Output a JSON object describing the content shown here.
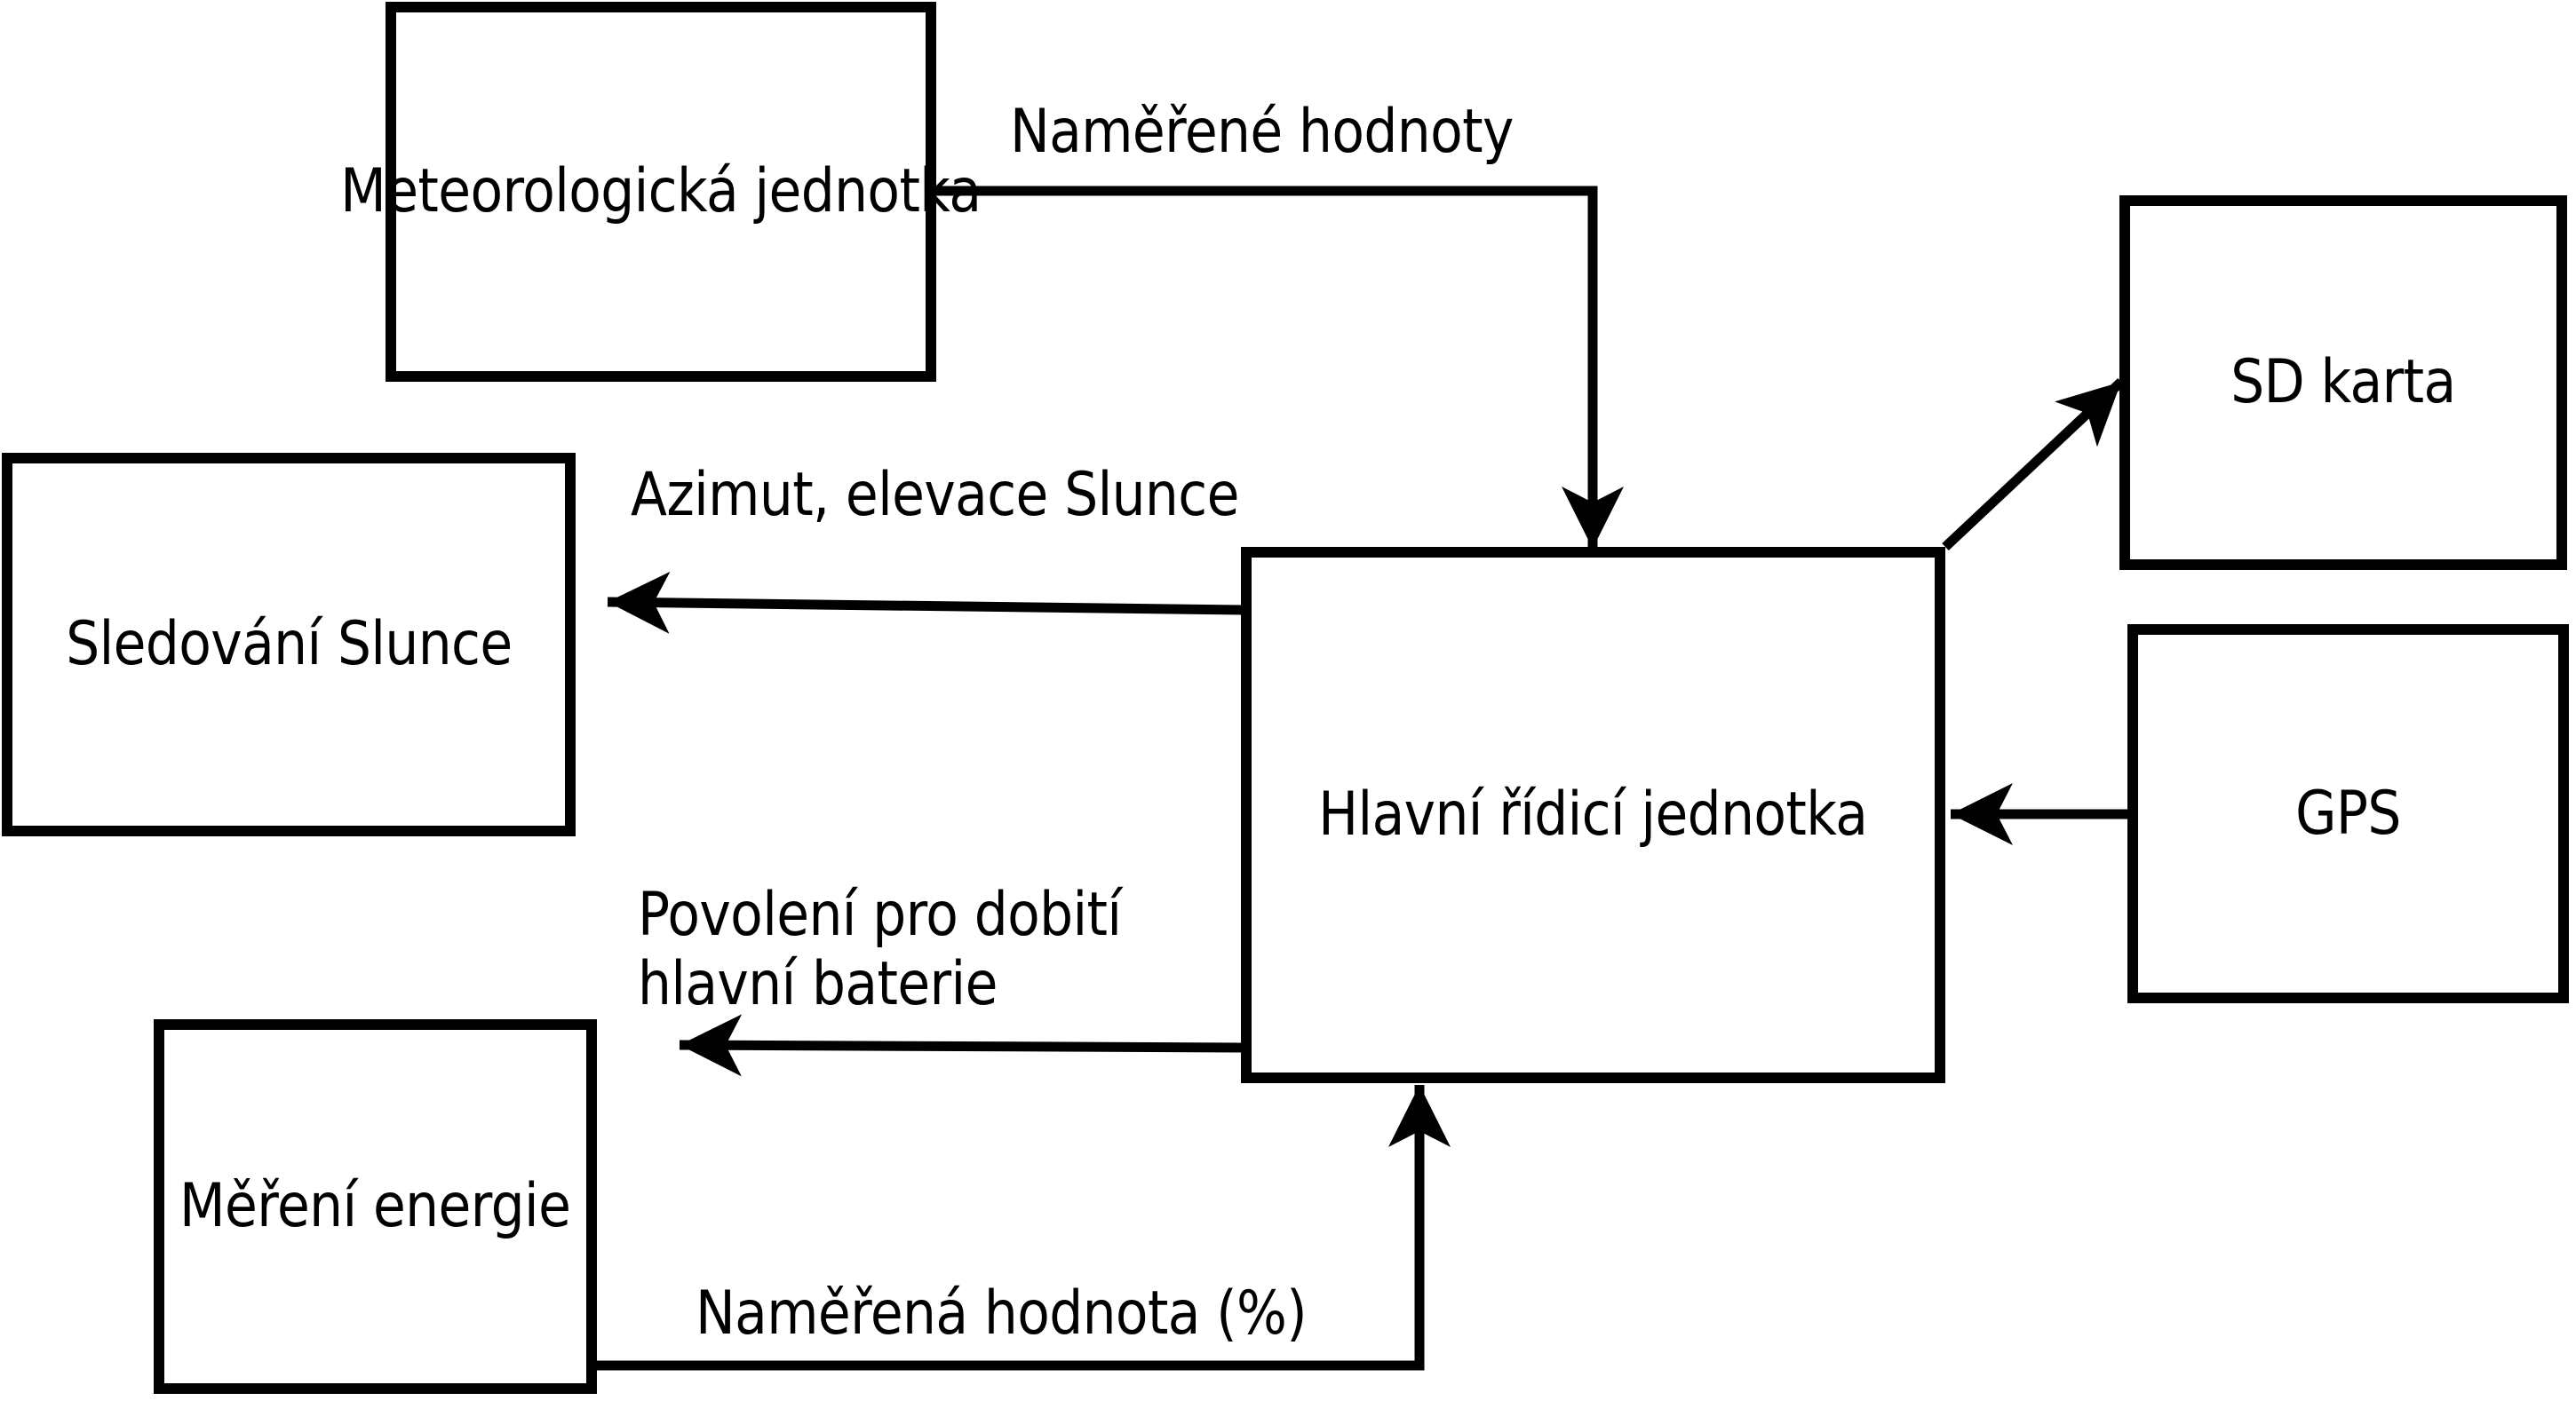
{
  "diagram": {
    "background_color": "#ffffff",
    "line_color": "#000000",
    "boxes": {
      "meteo": {
        "line1": "Meteorologická",
        "line2": "jednotka"
      },
      "sd": {
        "line1": "SD karta"
      },
      "sled": {
        "line1": "Sledování",
        "line2": "Slunce"
      },
      "main": {
        "line1": "Hlavní řídicí jednotka"
      },
      "gps": {
        "line1": "GPS"
      },
      "energy": {
        "line1": "Měření",
        "line2": "energie"
      }
    },
    "labels": {
      "measured_values": "Naměřené hodnoty",
      "azimuth": "Azimut, elevace Slunce",
      "charge_line1": "Povolení pro dobití",
      "charge_line2": "hlavní baterie",
      "measured_percent": "Naměřená hodnota (%)"
    }
  }
}
